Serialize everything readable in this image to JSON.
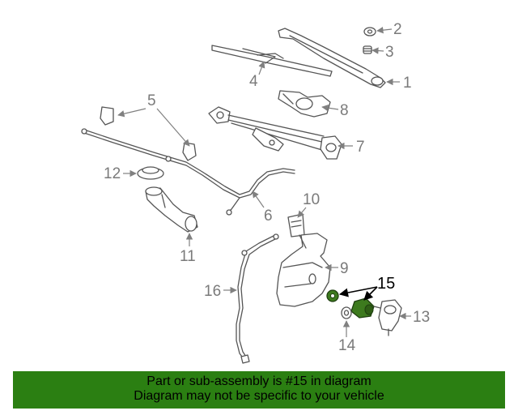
{
  "callouts": {
    "c1": "1",
    "c2": "2",
    "c3": "3",
    "c4": "4",
    "c5": "5",
    "c6": "6",
    "c7": "7",
    "c8": "8",
    "c9": "9",
    "c10": "10",
    "c11": "11",
    "c12": "12",
    "c13": "13",
    "c14": "14",
    "c15": "15",
    "c16": "16"
  },
  "highlight_part": "15",
  "banner": {
    "line1": "Part or sub-assembly is #15 in diagram",
    "line2": "Diagram may not be specific to your vehicle"
  },
  "colors": {
    "highlight": "#2b7f12",
    "highlight_part": "#3d7a1e",
    "part_stroke": "#555555",
    "callout_text": "#7a7a7a"
  }
}
